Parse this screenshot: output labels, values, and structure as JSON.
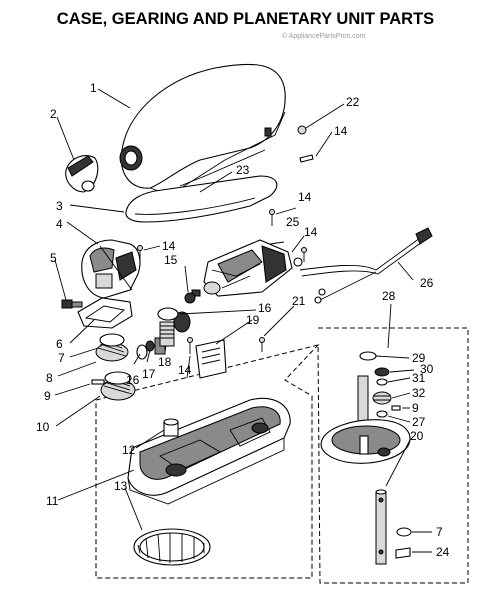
{
  "title": "CASE, GEARING AND PLANETARY UNIT PARTS",
  "watermark": "© AppliancePartsPros.com",
  "callouts": [
    {
      "id": "c1",
      "label": "1"
    },
    {
      "id": "c2",
      "label": "2"
    },
    {
      "id": "c3",
      "label": "3"
    },
    {
      "id": "c4",
      "label": "4"
    },
    {
      "id": "c5",
      "label": "5"
    },
    {
      "id": "c6",
      "label": "6"
    },
    {
      "id": "c7a",
      "label": "7"
    },
    {
      "id": "c8",
      "label": "8"
    },
    {
      "id": "c9a",
      "label": "9"
    },
    {
      "id": "c10",
      "label": "10"
    },
    {
      "id": "c11",
      "label": "11"
    },
    {
      "id": "c12",
      "label": "12"
    },
    {
      "id": "c13",
      "label": "13"
    },
    {
      "id": "c14a",
      "label": "14"
    },
    {
      "id": "c14b",
      "label": "14"
    },
    {
      "id": "c14c",
      "label": "14"
    },
    {
      "id": "c14d",
      "label": "14"
    },
    {
      "id": "c14e",
      "label": "14"
    },
    {
      "id": "c15",
      "label": "15"
    },
    {
      "id": "c16a",
      "label": "16"
    },
    {
      "id": "c16b",
      "label": "16"
    },
    {
      "id": "c17",
      "label": "17"
    },
    {
      "id": "c18",
      "label": "18"
    },
    {
      "id": "c19",
      "label": "19"
    },
    {
      "id": "c20",
      "label": "20"
    },
    {
      "id": "c21",
      "label": "21"
    },
    {
      "id": "c22",
      "label": "22"
    },
    {
      "id": "c23",
      "label": "23"
    },
    {
      "id": "c24",
      "label": "24"
    },
    {
      "id": "c25",
      "label": "25"
    },
    {
      "id": "c26",
      "label": "26"
    },
    {
      "id": "c27",
      "label": "27"
    },
    {
      "id": "c28",
      "label": "28"
    },
    {
      "id": "c29",
      "label": "29"
    },
    {
      "id": "c30",
      "label": "30"
    },
    {
      "id": "c31",
      "label": "31"
    },
    {
      "id": "c32",
      "label": "32"
    },
    {
      "id": "c9b",
      "label": "9"
    },
    {
      "id": "c7b",
      "label": "7"
    }
  ],
  "parts": [
    {
      "name": "motor-housing-icon"
    },
    {
      "name": "front-cover-icon"
    },
    {
      "name": "belt-band-icon"
    },
    {
      "name": "gear-housing-icon"
    },
    {
      "name": "motor-icon"
    },
    {
      "name": "power-cord-icon"
    },
    {
      "name": "gearcase-base-icon"
    },
    {
      "name": "ring-gear-icon"
    },
    {
      "name": "planetary-unit-icon"
    },
    {
      "name": "beater-shaft-icon"
    },
    {
      "name": "worm-gear-icon"
    },
    {
      "name": "control-plate-icon"
    }
  ]
}
